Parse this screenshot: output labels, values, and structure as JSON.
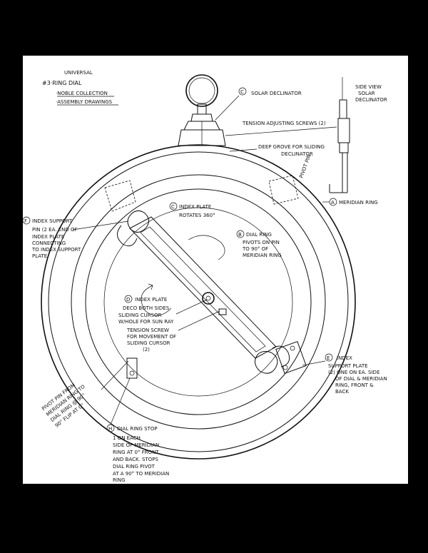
{
  "title": {
    "line1": "UNIVERSAL",
    "line2": "#3·RING DIAL",
    "line3": "·NOBLE COLLECTION",
    "line4": "·ASSEMBLY DRAWINGS"
  },
  "labels": {
    "c_circle": "C",
    "solar_declinator": "SOLAR DECLINATOR",
    "tension_screws": "TENSION ADJUSTING SCREWS (2)",
    "groove_1": "DEEP GROVE FOR SLIDING",
    "groove_2": "DECLINATOR",
    "side_view_1": "SIDE VIEW",
    "side_view_2": "SOLAR",
    "side_view_3": "DECLINATOR",
    "pivot_pin": "PIVOT PIN",
    "a_circle": "A",
    "meridian_ring": "MERIDIAN RING",
    "index_plate_c": "C",
    "index_plate_1": "INDEX PLATE",
    "index_plate_2": "ROTATES 360°",
    "b_circle": "B",
    "dial_ring_1": "DIAL RING",
    "dial_ring_2": "PIVOTS ON PIN",
    "dial_ring_3": "TO 90° OF",
    "dial_ring_4": "MERIDIAN RING",
    "f_circle": "F",
    "index_support_1": "INDEX SUPPORT",
    "index_support_2": "PIN (2 EA. END OF",
    "index_support_3": "INDEX PLATE",
    "index_support_4": "CONNECTING",
    "index_support_5": "TO INDEX SUPPORT",
    "index_support_6": "PLATE",
    "d_circle": "D",
    "index_plate_d1": "INDEX PLATE",
    "index_plate_d2": "DECO BOTH SIDES",
    "sliding_cursor": "SLIDING CURSOR",
    "hole_sunray": "W/HOLE FOR SUN RAY",
    "tension_screw_1": "TENSION SCREW",
    "tension_screw_2": "FOR MOVEMENT OF",
    "tension_screw_3": "SLIDING CURSOR",
    "tension_screw_4": "(2)",
    "e_circle": "E",
    "support_plate_1": "INDEX",
    "support_plate_2": "SUPPORT PLATE",
    "support_plate_3": "(2) ONE ON EA. SIDE",
    "support_plate_4": "OF DIAL & MERIDIAN",
    "support_plate_5": "RING, FRONT &",
    "support_plate_6": "BACK",
    "pivot_pin_1": "PIVOT PIN FROM",
    "pivot_pin_2": "MERIDIAN RING TO",
    "pivot_pin_3": "DIAL RING @ 90°",
    "pivot_pin_4": "90° FLIP AT 0°",
    "h_circle": "H",
    "dial_stop": "DIAL RING STOP",
    "dial_stop_1": "1 ON EACH",
    "dial_stop_2": "SIDE OF MERIDIAN",
    "dial_stop_3": "RING AT 0° FRONT",
    "dial_stop_4": "AND BACK. STOPS",
    "dial_stop_5": "DIAL RING PIVOT",
    "dial_stop_6": "AT A 90° TO MERIDIAN",
    "dial_stop_7": "RING"
  }
}
